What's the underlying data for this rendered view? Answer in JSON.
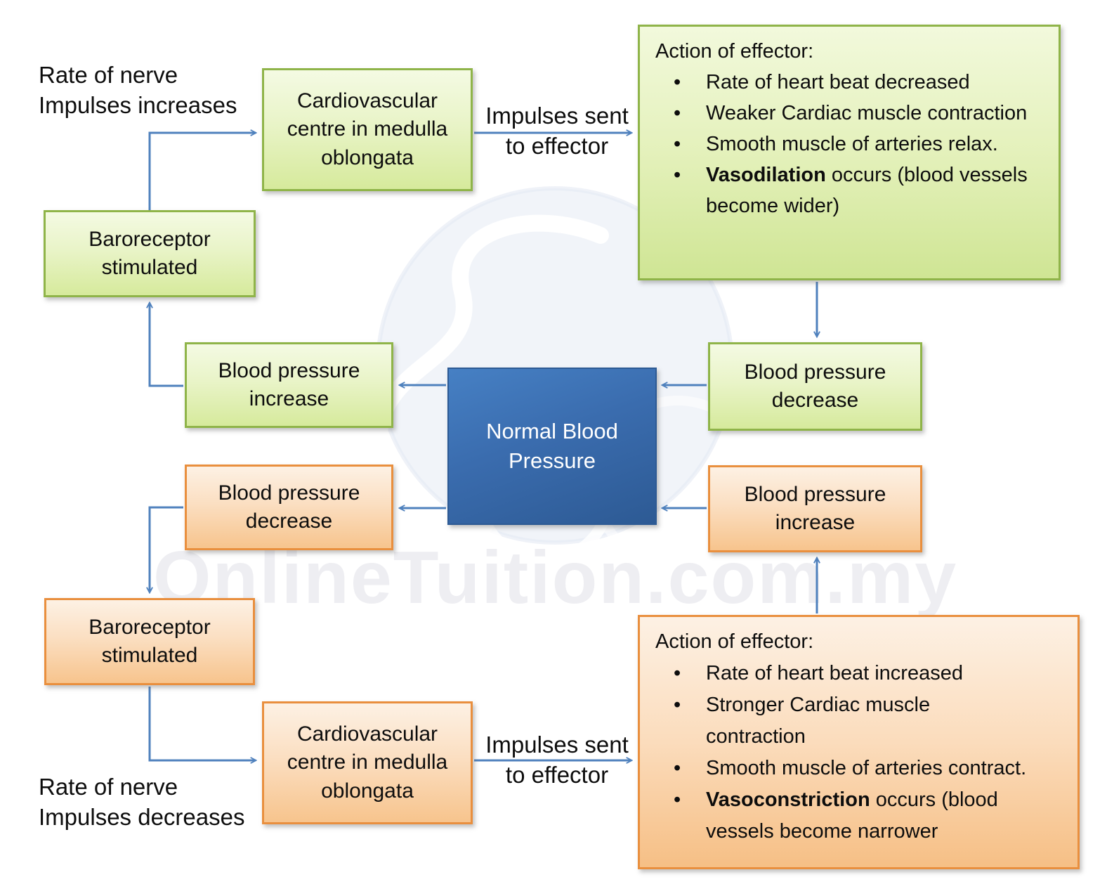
{
  "watermark": "OnlineTuition.com.my",
  "colors": {
    "green_border": "#8fb449",
    "green_fill_top": "#f4fae3",
    "green_fill_bottom": "#d6ea9c",
    "orange_border": "#e98f3e",
    "orange_fill_top": "#fdf1e4",
    "orange_fill_bottom": "#f7c48d",
    "blue_fill_top": "#4680c4",
    "blue_fill_bottom": "#2d5a94",
    "arrow": "#4f81bd",
    "text": "#0d0d0d",
    "watermark_text": "#eeeef2"
  },
  "center": {
    "label": "Normal Blood Pressure"
  },
  "top_loop": {
    "nerve_label": "Rate of nerve\nImpulses increases",
    "baroreceptor": "Baroreceptor stimulated",
    "cardio_centre": "Cardiovascular centre in medulla oblongata",
    "impulses_label": "Impulses sent\nto effector",
    "bp_increase": "Blood pressure increase",
    "bp_decrease": "Blood pressure decrease",
    "effector": {
      "title": "Action of effector:",
      "bullets": [
        {
          "bold": "",
          "text": "Rate of heart beat decreased"
        },
        {
          "bold": "",
          "text": "Weaker Cardiac muscle contraction"
        },
        {
          "bold": "",
          "text": "Smooth muscle of arteries relax."
        },
        {
          "bold": "Vasodilation",
          "text": " occurs (blood vessels\nbecome wider)"
        }
      ]
    }
  },
  "bottom_loop": {
    "nerve_label": "Rate of nerve\nImpulses decreases",
    "baroreceptor": "Baroreceptor stimulated",
    "cardio_centre": "Cardiovascular centre in medulla oblongata",
    "impulses_label": "Impulses sent\nto effector",
    "bp_decrease": "Blood pressure decrease",
    "bp_increase": "Blood pressure increase",
    "effector": {
      "title": "Action of effector:",
      "bullets": [
        {
          "bold": "",
          "text": "Rate of heart beat increased"
        },
        {
          "bold": "",
          "text": "Stronger Cardiac muscle\ncontraction"
        },
        {
          "bold": "",
          "text": "Smooth muscle of arteries contract."
        },
        {
          "bold": "Vasoconstriction",
          "text": " occurs (blood\nvessels become narrower"
        }
      ]
    }
  }
}
